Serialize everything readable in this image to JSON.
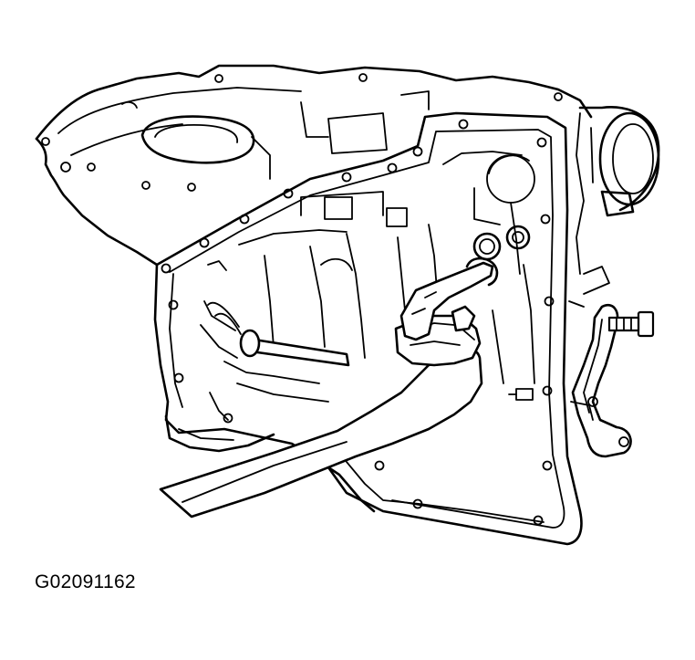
{
  "figure": {
    "code": "G02091162",
    "colors": {
      "line": "#000000",
      "background": "#ffffff"
    },
    "icons": [
      "transaxle-case-illustration",
      "hand-tool-illustration",
      "bracket-bolt-illustration"
    ]
  }
}
